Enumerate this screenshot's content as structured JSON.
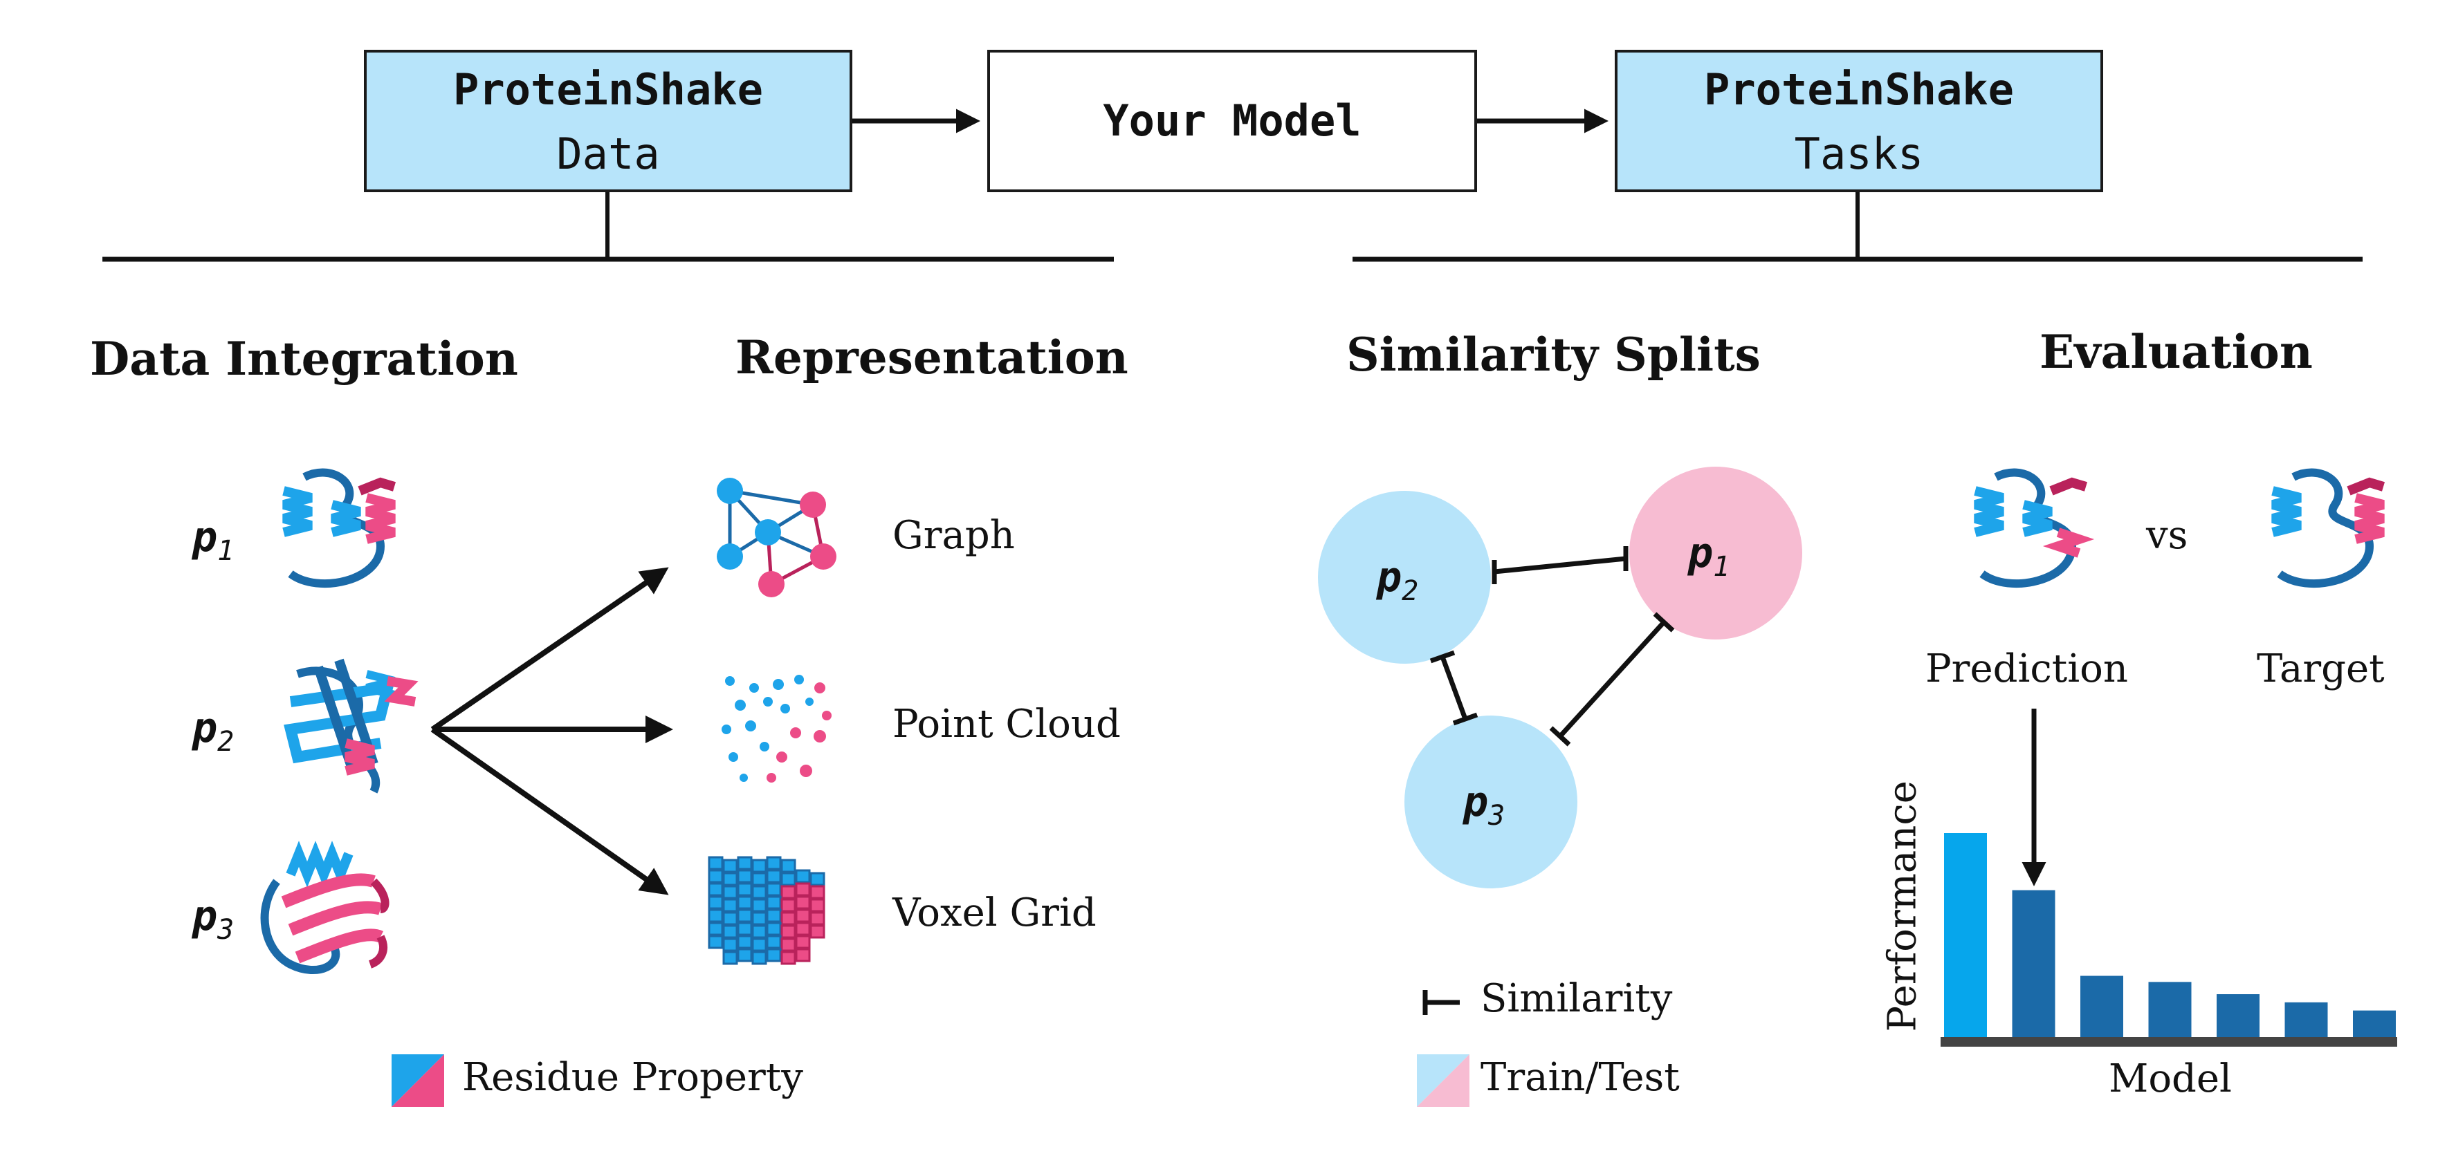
{
  "pipeline": {
    "data_box": {
      "line1": "ProteinShake",
      "line2": "Data"
    },
    "model_box": {
      "line1": "Your Model"
    },
    "tasks_box": {
      "line1": "ProteinShake",
      "line2": "Tasks"
    }
  },
  "sections": {
    "data_integration": "Data Integration",
    "representation": "Representation",
    "similarity_splits": "Similarity Splits",
    "evaluation": "Evaluation"
  },
  "proteins": [
    {
      "letter": "p",
      "index": "1"
    },
    {
      "letter": "p",
      "index": "2"
    },
    {
      "letter": "p",
      "index": "3"
    }
  ],
  "representations": [
    "Graph",
    "Point Cloud",
    "Voxel Grid"
  ],
  "legend_left": {
    "residue_property": "Residue Property"
  },
  "splits": {
    "nodes": [
      {
        "letter": "p",
        "index": "2",
        "group": "train"
      },
      {
        "letter": "p",
        "index": "1",
        "group": "test"
      },
      {
        "letter": "p",
        "index": "3",
        "group": "train"
      }
    ],
    "legend": {
      "similarity": "Similarity",
      "train_test": "Train/Test"
    }
  },
  "evaluation": {
    "vs": "vs",
    "prediction": "Prediction",
    "target": "Target"
  },
  "chart_data": {
    "type": "bar",
    "xlabel": "Model",
    "ylabel": "Performance",
    "categories": [
      "",
      "",
      "",
      "",
      "",
      "",
      ""
    ],
    "values": [
      1.0,
      0.72,
      0.3,
      0.27,
      0.21,
      0.17,
      0.13
    ],
    "highlight_index": 0,
    "pointed_index": 1,
    "colors": {
      "highlight": "#06a6ec",
      "bars": "#1b6aa8",
      "baseline": "#444444"
    },
    "grid": false
  },
  "colors": {
    "box_fill": "#b7e4fa",
    "blue": "#1ea4ea",
    "dark_blue": "#1b6aa8",
    "pink": "#ec4c87",
    "dark_pink": "#b9225b",
    "train_fill": "#b7e4fa",
    "test_fill": "#f7bcd2"
  }
}
